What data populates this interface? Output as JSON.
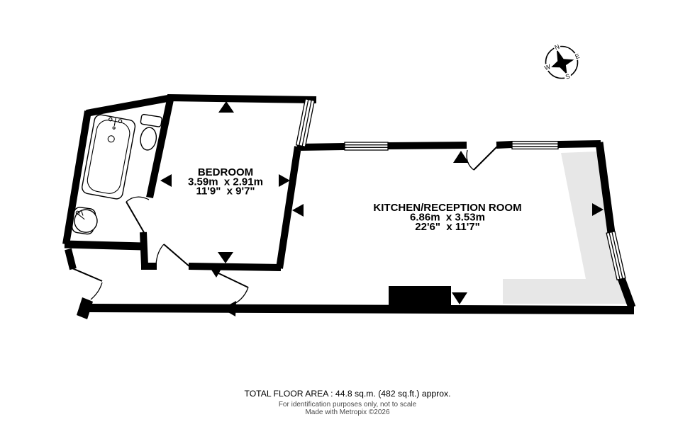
{
  "page": {
    "background": "#ffffff"
  },
  "compass": {
    "north": "N",
    "east": "E",
    "south": "S",
    "west": "W"
  },
  "rooms": {
    "bedroom": {
      "name": "BEDROOM",
      "metric": "3.59m  x 2.91m",
      "imperial": "11'9\"  x 9'7\""
    },
    "kitchen": {
      "name": "KITCHEN/RECEPTION ROOM",
      "metric": "6.86m  x 3.53m",
      "imperial": "22'6\"  x 11'7\""
    }
  },
  "fixtures": {
    "bathtub": "bathtub-icon",
    "toilet": "toilet-icon",
    "sink": "sink-icon"
  },
  "footer": {
    "total_area": "TOTAL FLOOR AREA : 44.8 sq.m. (482 sq.ft.) approx.",
    "disclaimer": "For identification purposes only, not to scale",
    "credit": "Made with Metropix ©2026"
  },
  "colors": {
    "wall": "#000000",
    "counter": "#e7e7e7",
    "muted_text": "#4a4a4a"
  }
}
